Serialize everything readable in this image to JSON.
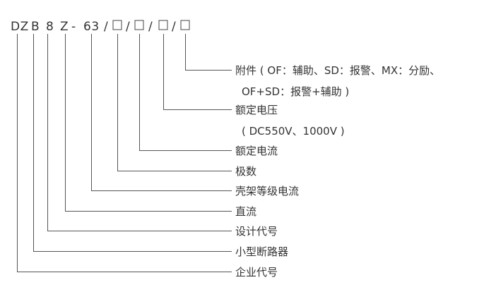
{
  "model_code": {
    "parts": [
      "DZ",
      "B",
      "8",
      "Z",
      "-",
      "63",
      "/",
      "□",
      "/",
      "□",
      "/",
      "□",
      "/",
      "□"
    ]
  },
  "labels": [
    "附件 ( OF：辅助、SD：报警、MX：分励、",
    "OF+SD：报警+辅助 )",
    "额定电压",
    "( DC550V、1000V )",
    "额定电流",
    "极数",
    "壳架等级电流",
    "直流",
    "设计代号",
    "小型断路器",
    "企业代号"
  ]
}
